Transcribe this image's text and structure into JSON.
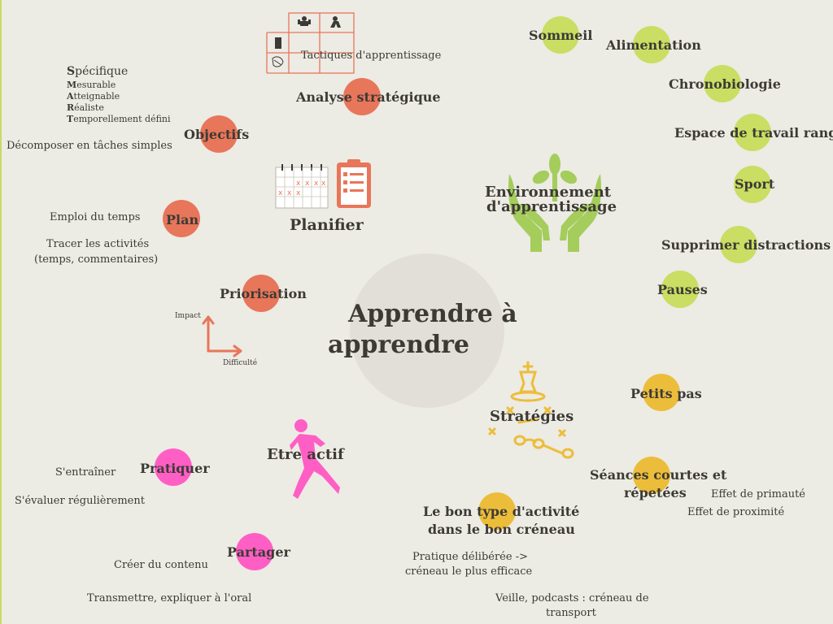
{
  "center": {
    "line1": "Apprendre à",
    "line2": "apprendre"
  },
  "planifier": {
    "title": "Planifier",
    "tactiques": "Tactiques d'apprentissage",
    "analyse": "Analyse stratégique",
    "objectifs": {
      "label": "Objectifs",
      "smart": [
        {
          "cap": "S",
          "rest": "pécifique"
        },
        {
          "cap": "M",
          "rest": "esurable"
        },
        {
          "cap": "A",
          "rest": "tteignable"
        },
        {
          "cap": "R",
          "rest": "éaliste"
        },
        {
          "cap": "T",
          "rest": "emporellement défini"
        }
      ],
      "decompose": "Décomposer en tâches simples"
    },
    "plan": {
      "label": "Plan",
      "emploi": "Emploi du temps",
      "tracer_line1": "Tracer les activités",
      "tracer_line2": "(temps, commentaires)"
    },
    "priorisation": {
      "label": "Priorisation",
      "impact": "Impact",
      "difficulte": "Difficulté"
    }
  },
  "environnement": {
    "title_line1": "Environnement",
    "title_line2": "d'apprentissage",
    "items": [
      "Sommeil",
      "Alimentation",
      "Chronobiologie",
      "Espace de travail rangé",
      "Sport",
      "Supprimer distractions",
      "Pauses"
    ]
  },
  "strategies": {
    "title": "Stratégies",
    "petits_pas": "Petits pas",
    "seances_line1": "Séances courtes et",
    "seances_line2": "répetées",
    "effet_primaute": "Effet de primauté",
    "effet_proximite": "Effet de proximité",
    "bon_type_line1": "Le bon type d'activité",
    "bon_type_line2": "dans le bon créneau",
    "pratique_line1": "Pratique délibérée ->",
    "pratique_line2": "créneau le plus efficace",
    "veille_line1": "Veille, podcasts : créneau de",
    "veille_line2": "transport"
  },
  "etre_actif": {
    "title": "Etre actif",
    "pratiquer": "Pratiquer",
    "entrainer": "S'entraîner",
    "evaluer": "S'évaluer régulièrement",
    "partager": "Partager",
    "creer": "Créer du contenu",
    "transmettre": "Transmettre, expliquer à l'oral"
  },
  "colors": {
    "background": "#ecebe4",
    "orange": "#e8765a",
    "green": "#c9de62",
    "yellow": "#ecbd3a",
    "pink": "#ff5ec4",
    "text": "#3d3a35"
  },
  "icons": [
    "strategy-grid-icon",
    "calendar-icon",
    "clipboard-icon",
    "hands-plant-icon",
    "chess-strategy-icon",
    "runner-icon",
    "axes-arrow-icon"
  ]
}
